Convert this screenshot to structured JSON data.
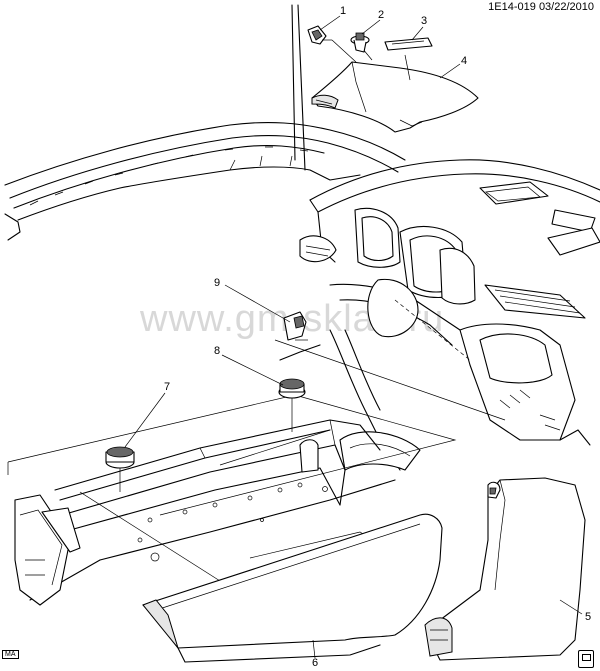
{
  "header": {
    "diagram_id": "1E14-019",
    "date": "03/22/2010"
  },
  "footer": {
    "code": "MA"
  },
  "watermark": {
    "text": "www.gm-sklad.ru"
  },
  "callouts": [
    "1",
    "2",
    "3",
    "4",
    "5",
    "6",
    "7",
    "8",
    "9"
  ]
}
